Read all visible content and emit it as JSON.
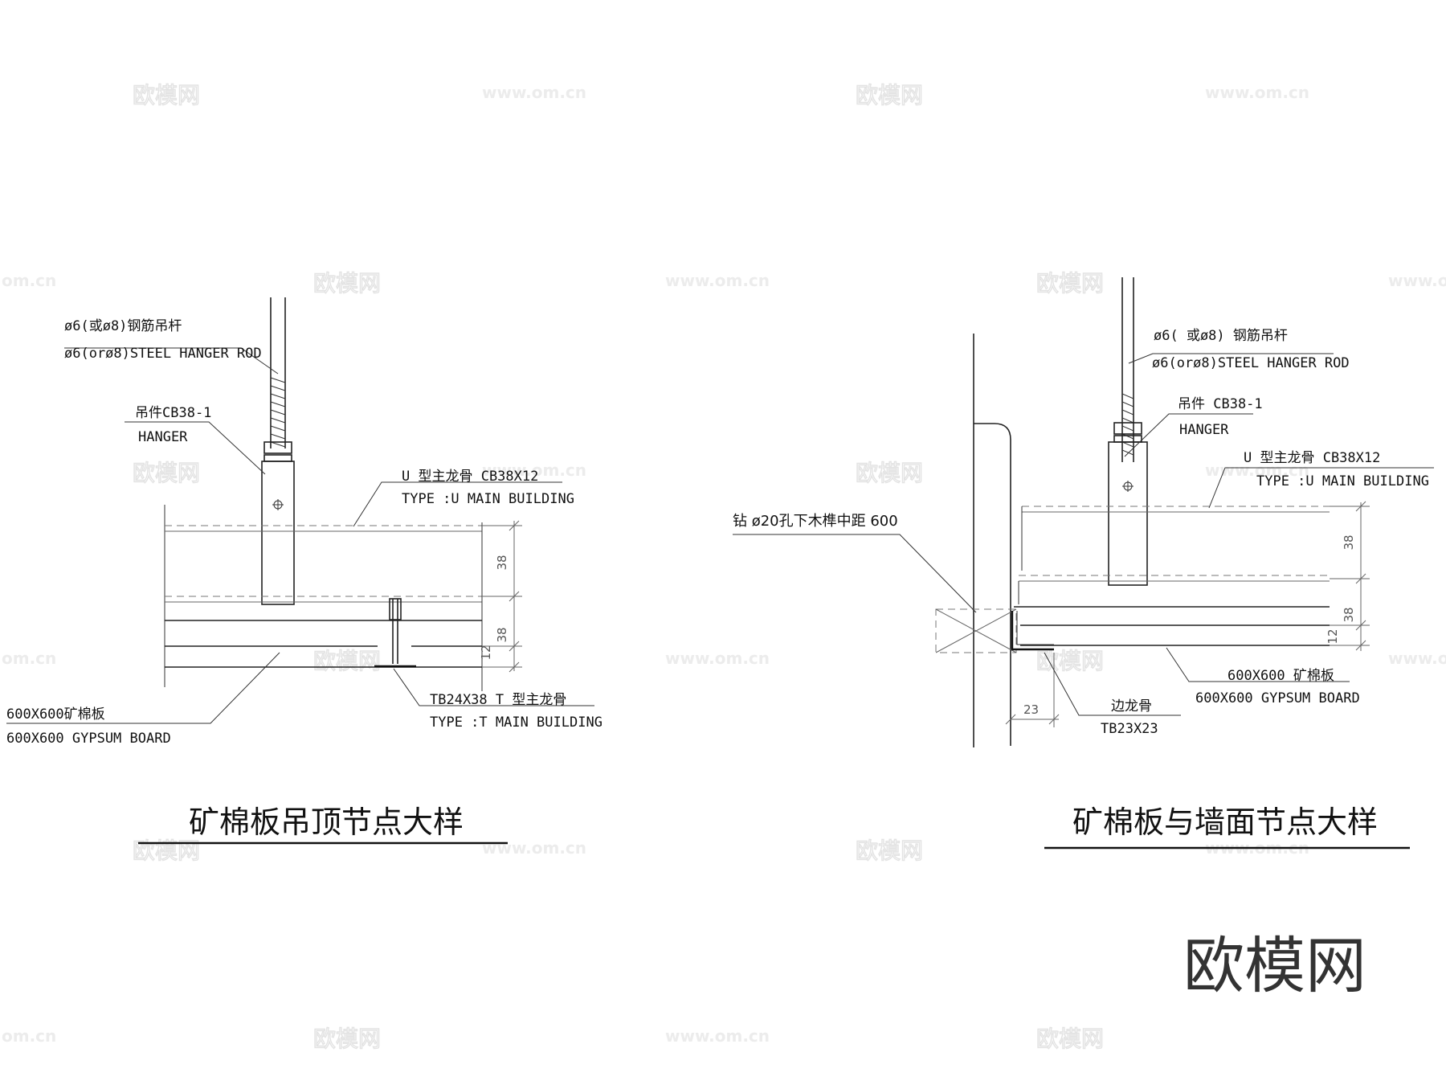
{
  "brand": {
    "logo": "欧模网"
  },
  "watermarks": {
    "logo": "欧模网",
    "url": "www.om.cn",
    "url_partial": "om.cn"
  },
  "left_detail": {
    "title": "矿棉板吊顶节点大样",
    "rod_cn": "ø6(或ø8)钢筋吊杆",
    "rod_en": "ø6(orø8)STEEL HANGER ROD",
    "hanger_cn": "吊件CB38-1",
    "hanger_en": "HANGER",
    "u_main_cn": "U 型主龙骨 CB38X12",
    "u_main_en": "TYPE :U  MAIN BUILDING",
    "t_main_cn": "TB24X38 T 型主龙骨",
    "t_main_en": "TYPE :T  MAIN BUILDING",
    "board_cn": "600X600矿棉板",
    "board_en": "600X600 GYPSUM BOARD",
    "dim_38_upper": "38",
    "dim_38_lower": "38",
    "dim_12": "12"
  },
  "right_detail": {
    "title": "矿棉板与墙面节点大样",
    "rod_cn": "ø6( 或ø8) 钢筋吊杆",
    "rod_en": "ø6(orø8)STEEL HANGER ROD",
    "hanger_cn": "吊件  CB38-1",
    "hanger_en": "HANGER",
    "u_main_cn": "U 型主龙骨  CB38X12",
    "u_main_en": "TYPE :U  MAIN BUILDING",
    "drill_cn": "钻 ø20孔下木榫中距 600",
    "board_cn": "600X600 矿棉板",
    "board_en": "600X600 GYPSUM BOARD",
    "edge_cn": "边龙骨",
    "edge_en": "TB23X23",
    "dim_38_upper": "38",
    "dim_38_lower": "38",
    "dim_12": "12",
    "dim_23": "23"
  }
}
